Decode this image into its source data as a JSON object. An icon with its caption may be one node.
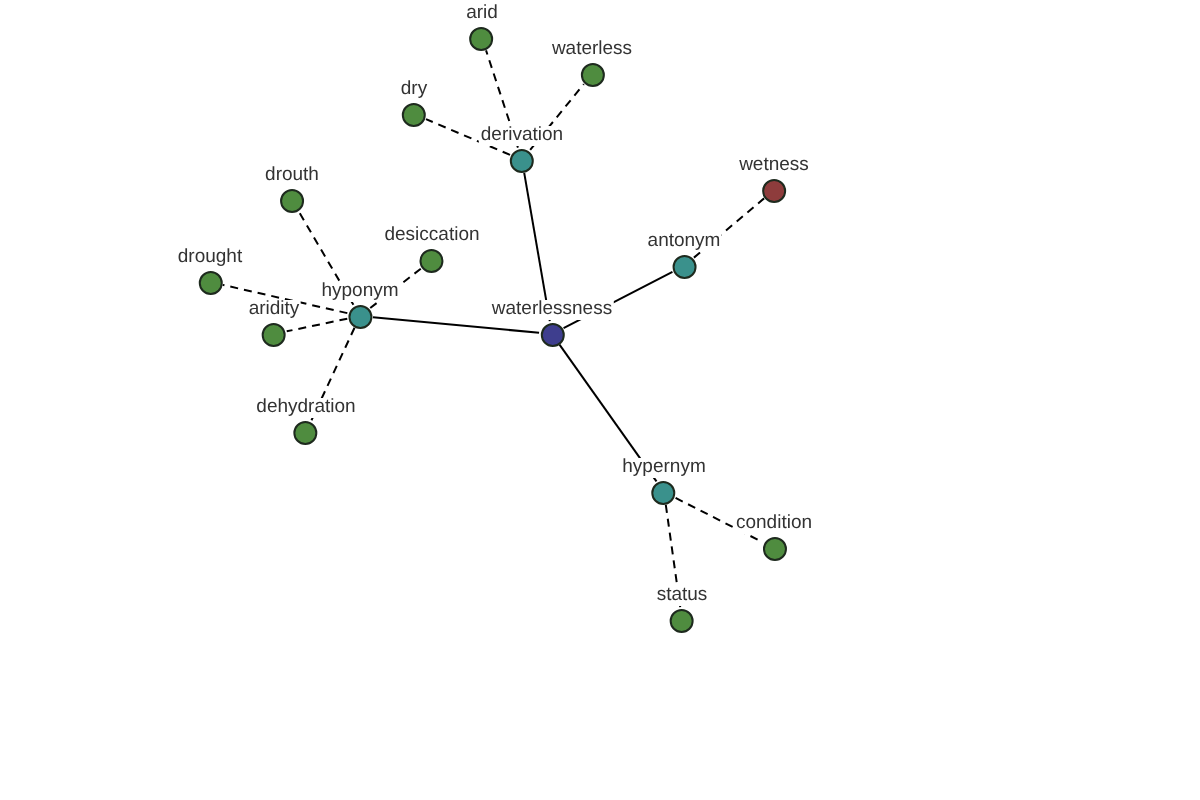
{
  "diagram": {
    "nodes": [
      {
        "text": [
          "arid"
        ]
      },
      {
        "text": [
          "waterless"
        ]
      },
      {
        "text": [
          "dry"
        ]
      },
      {
        "text": [
          "derivation"
        ]
      },
      {
        "text": [
          "wetness"
        ]
      },
      {
        "text": [
          "drouth"
        ]
      },
      {
        "text": [
          "desiccation"
        ]
      },
      {
        "text": [
          "antonym"
        ]
      },
      {
        "text": [
          "drought"
        ]
      },
      {
        "text": [
          "hyponym"
        ]
      },
      {
        "text": [
          "waterlessness"
        ]
      },
      {
        "text": [
          "aridity"
        ]
      },
      {
        "text": [
          "dehydration"
        ]
      },
      {
        "text": [
          "hypernym"
        ]
      },
      {
        "text": [
          "condition"
        ]
      },
      {
        "text": [
          "status"
        ]
      }
    ],
    "edges": [
      {
        "from": 10,
        "to": 3,
        "arrow": "none"
      },
      {
        "from": 10,
        "to": 7,
        "arrow": "none"
      },
      {
        "from": 10,
        "to": 9,
        "arrow": "none"
      },
      {
        "from": 10,
        "to": 13,
        "arrow": "none"
      },
      {
        "from": 3,
        "to": 0,
        "arrow": "none",
        "style": "dashed"
      },
      {
        "from": 3,
        "to": 1,
        "arrow": "none",
        "style": "dashed"
      },
      {
        "from": 3,
        "to": 2,
        "arrow": "none",
        "style": "dashed"
      },
      {
        "from": 7,
        "to": 4,
        "arrow": "none",
        "style": "dashed"
      },
      {
        "from": 9,
        "to": 5,
        "arrow": "none",
        "style": "dashed"
      },
      {
        "from": 9,
        "to": 6,
        "arrow": "none",
        "style": "dashed"
      },
      {
        "from": 9,
        "to": 8,
        "arrow": "none",
        "style": "dashed"
      },
      {
        "from": 9,
        "to": 11,
        "arrow": "none",
        "style": "dashed"
      },
      {
        "from": 9,
        "to": 12,
        "arrow": "none",
        "style": "dashed"
      },
      {
        "from": 13,
        "to": 14,
        "arrow": "none",
        "style": "dashed"
      },
      {
        "from": 13,
        "to": 15,
        "arrow": "none",
        "style": "dashed"
      }
    ]
  }
}
